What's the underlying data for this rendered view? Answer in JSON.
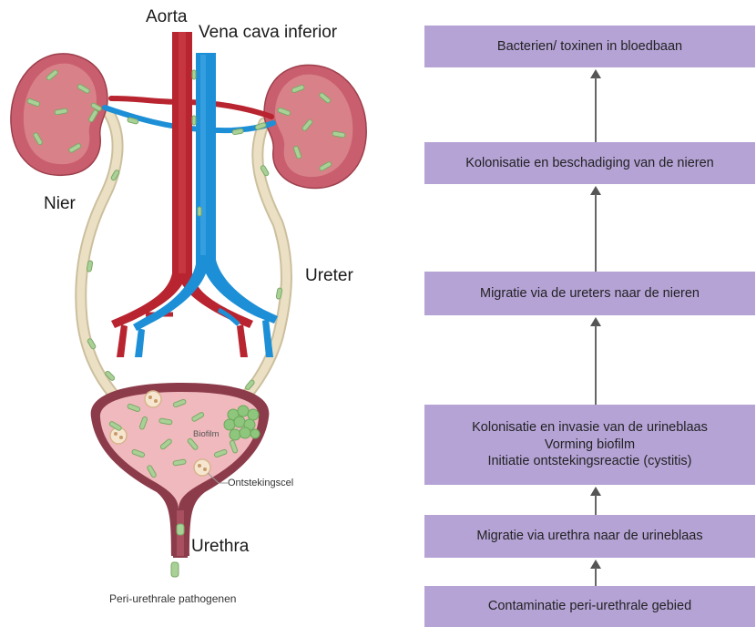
{
  "anatomy": {
    "aorta": "Aorta",
    "vena_cava": "Vena cava inferior",
    "nier": "Nier",
    "ureter": "Ureter",
    "biofilm": "Biofilm",
    "ontstekingscel": "Ontstekingscel",
    "urethra": "Urethra",
    "pathogenen": "Peri-urethrale pathogenen"
  },
  "flow": {
    "steps": [
      {
        "lines": [
          "Bacterien/ toxinen in bloedbaan"
        ]
      },
      {
        "lines": [
          "Kolonisatie en beschadiging van de nieren"
        ]
      },
      {
        "lines": [
          "Migratie via de ureters naar de nieren"
        ]
      },
      {
        "lines": [
          "Kolonisatie en invasie van de urineblaas",
          "Vorming biofilm",
          "Initiatie ontstekingsreactie (cystitis)"
        ]
      },
      {
        "lines": [
          "Migratie via urethra naar de urineblaas"
        ]
      },
      {
        "lines": [
          "Contaminatie peri-urethrale gebied"
        ]
      }
    ]
  },
  "colors": {
    "box": "#b5a3d6",
    "artery": "#b8242f",
    "vein": "#1d8fd6",
    "kidney": "#cc6b78",
    "ureter": "#e8dcc0",
    "bladder_wall": "#8c3b4a",
    "bladder_inner": "#f0b9bd",
    "bacteria": "#9bc98a"
  }
}
